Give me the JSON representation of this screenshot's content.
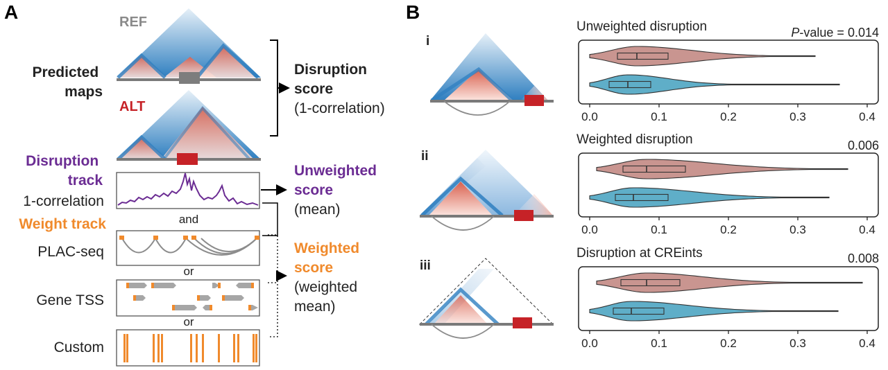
{
  "panel_a": {
    "label": "A",
    "ref_label": "REF",
    "alt_label": "ALT",
    "predicted_maps": [
      "Predicted",
      "maps"
    ],
    "disruption_score": [
      "Disruption",
      "score",
      "(1-correlation)"
    ],
    "disruption_track": [
      "Disruption",
      "track"
    ],
    "one_correlation": "1-correlation",
    "weight_track": "Weight track",
    "and_text": "and",
    "or_text_1": "or",
    "or_text_2": "or",
    "plac_seq": "PLAC-seq",
    "gene_tss": "Gene TSS",
    "custom": "Custom",
    "unweighted_score": [
      "Unweighted",
      "score",
      "(mean)"
    ],
    "weighted_score": [
      "Weighted",
      "score",
      "(weighted",
      "mean)"
    ]
  },
  "panel_b": {
    "label": "B",
    "rows": [
      {
        "roman": "i",
        "title": "Unweighted disruption",
        "pvalue_prefix": "P",
        "pvalue_suffix": "-value = 0.014"
      },
      {
        "roman": "ii",
        "title": "Weighted disruption",
        "pvalue_prefix": "",
        "pvalue_suffix": "0.006"
      },
      {
        "roman": "iii",
        "title": "Disruption at CREints",
        "pvalue_prefix": "",
        "pvalue_suffix": "0.008"
      }
    ],
    "x_ticks": [
      "0.0",
      "0.1",
      "0.2",
      "0.3",
      "0.4"
    ]
  },
  "colors": {
    "red_violin": "#c99590",
    "blue_violin": "#5faec8",
    "alt_red": "#c62227",
    "purple": "#6b2c93",
    "orange": "#f08a2c",
    "gray": "#808080",
    "map_blue": "#4a8cc7"
  },
  "chart_data": [
    {
      "type": "violin",
      "title": "Unweighted disruption",
      "annotation": "P-value = 0.014",
      "xlim": [
        0.0,
        0.4
      ],
      "series": [
        {
          "color": "#c99590",
          "min": 0.0,
          "q1": 0.04,
          "median": 0.068,
          "q3": 0.113,
          "max": 0.325
        },
        {
          "color": "#5faec8",
          "min": 0.0,
          "q1": 0.028,
          "median": 0.055,
          "q3": 0.088,
          "max": 0.36
        }
      ]
    },
    {
      "type": "violin",
      "title": "Weighted disruption",
      "annotation": "0.006",
      "xlim": [
        0.0,
        0.4
      ],
      "series": [
        {
          "color": "#c99590",
          "min": 0.01,
          "q1": 0.048,
          "median": 0.082,
          "q3": 0.138,
          "max": 0.372
        },
        {
          "color": "#5faec8",
          "min": 0.0,
          "q1": 0.037,
          "median": 0.063,
          "q3": 0.113,
          "max": 0.345
        }
      ]
    },
    {
      "type": "violin",
      "title": "Disruption at CREints",
      "annotation": "0.008",
      "xlim": [
        0.0,
        0.4
      ],
      "series": [
        {
          "color": "#c99590",
          "min": 0.01,
          "q1": 0.045,
          "median": 0.082,
          "q3": 0.13,
          "max": 0.393
        },
        {
          "color": "#5faec8",
          "min": 0.0,
          "q1": 0.034,
          "median": 0.06,
          "q3": 0.107,
          "max": 0.358
        }
      ]
    }
  ]
}
